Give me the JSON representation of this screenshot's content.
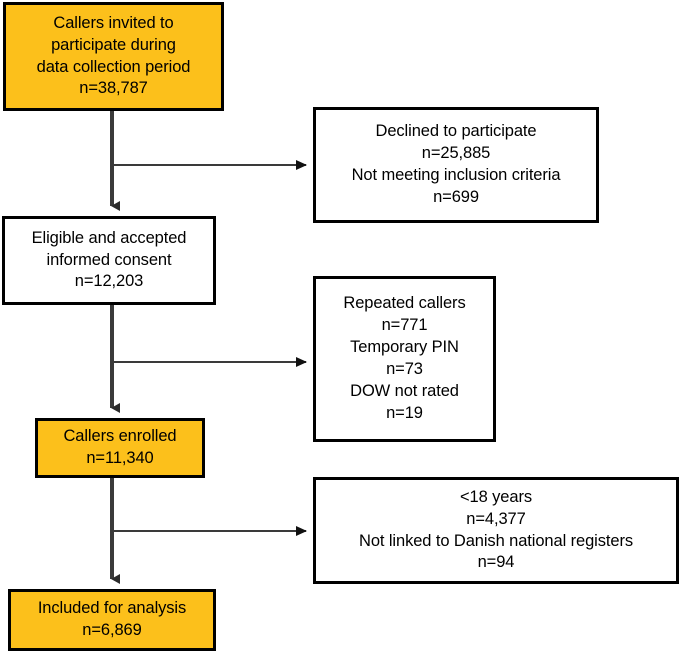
{
  "chart_data": {
    "type": "diagram",
    "subtype": "participant-flow-chart",
    "title": "",
    "orange_fill": "#FCC01B",
    "border_color": "#000000",
    "background": "#FFFFFF",
    "nodes": [
      {
        "id": "invited",
        "style": "highlight",
        "lines": [
          "Callers invited to",
          "participate during",
          "data collection period",
          "n=38,787"
        ],
        "n": 38787
      },
      {
        "id": "declined",
        "style": "plain",
        "lines": [
          "Declined to participate",
          "n=25,885",
          "Not meeting inclusion criteria",
          "n=699"
        ],
        "n": [
          25885,
          699
        ]
      },
      {
        "id": "eligible",
        "style": "plain",
        "lines": [
          "Eligible and accepted",
          "informed consent",
          "n=12,203"
        ],
        "n": 12203
      },
      {
        "id": "repeated",
        "style": "plain",
        "lines": [
          "Repeated callers",
          "n=771",
          "Temporary PIN",
          "n=73",
          "DOW not rated",
          "n=19"
        ],
        "n": [
          771,
          73,
          19
        ]
      },
      {
        "id": "enrolled",
        "style": "highlight",
        "lines": [
          "Callers enrolled",
          "n=11,340"
        ],
        "n": 11340
      },
      {
        "id": "under18",
        "style": "plain",
        "lines": [
          "<18 years",
          "n=4,377",
          "Not linked to Danish national registers",
          "n=94"
        ],
        "n": [
          4377,
          94
        ]
      },
      {
        "id": "included",
        "style": "highlight",
        "lines": [
          "Included for analysis",
          "n=6,869"
        ],
        "n": 6869
      }
    ],
    "edges": [
      {
        "from": "invited",
        "to": "eligible",
        "kind": "down"
      },
      {
        "from": "invited",
        "to": "declined",
        "kind": "branch-right"
      },
      {
        "from": "eligible",
        "to": "enrolled",
        "kind": "down"
      },
      {
        "from": "eligible",
        "to": "repeated",
        "kind": "branch-right"
      },
      {
        "from": "enrolled",
        "to": "included",
        "kind": "down"
      },
      {
        "from": "enrolled",
        "to": "under18",
        "kind": "branch-right"
      }
    ]
  },
  "nodes": {
    "invited": {
      "l0": "Callers invited to",
      "l1": "participate during",
      "l2": "data collection period",
      "l3": "n=38,787"
    },
    "declined": {
      "l0": "Declined to participate",
      "l1": "n=25,885",
      "l2": "Not meeting inclusion criteria",
      "l3": "n=699"
    },
    "eligible": {
      "l0": "Eligible and accepted",
      "l1": "informed consent",
      "l2": "n=12,203"
    },
    "repeated": {
      "l0": "Repeated callers",
      "l1": "n=771",
      "l2": "Temporary PIN",
      "l3": "n=73",
      "l4": "DOW not rated",
      "l5": "n=19"
    },
    "enrolled": {
      "l0": "Callers enrolled",
      "l1": "n=11,340"
    },
    "under18": {
      "l0": "<18 years",
      "l1": "n=4,377",
      "l2": "Not linked to Danish national registers",
      "l3": "n=94"
    },
    "included": {
      "l0": "Included for analysis",
      "l1": "n=6,869"
    }
  }
}
